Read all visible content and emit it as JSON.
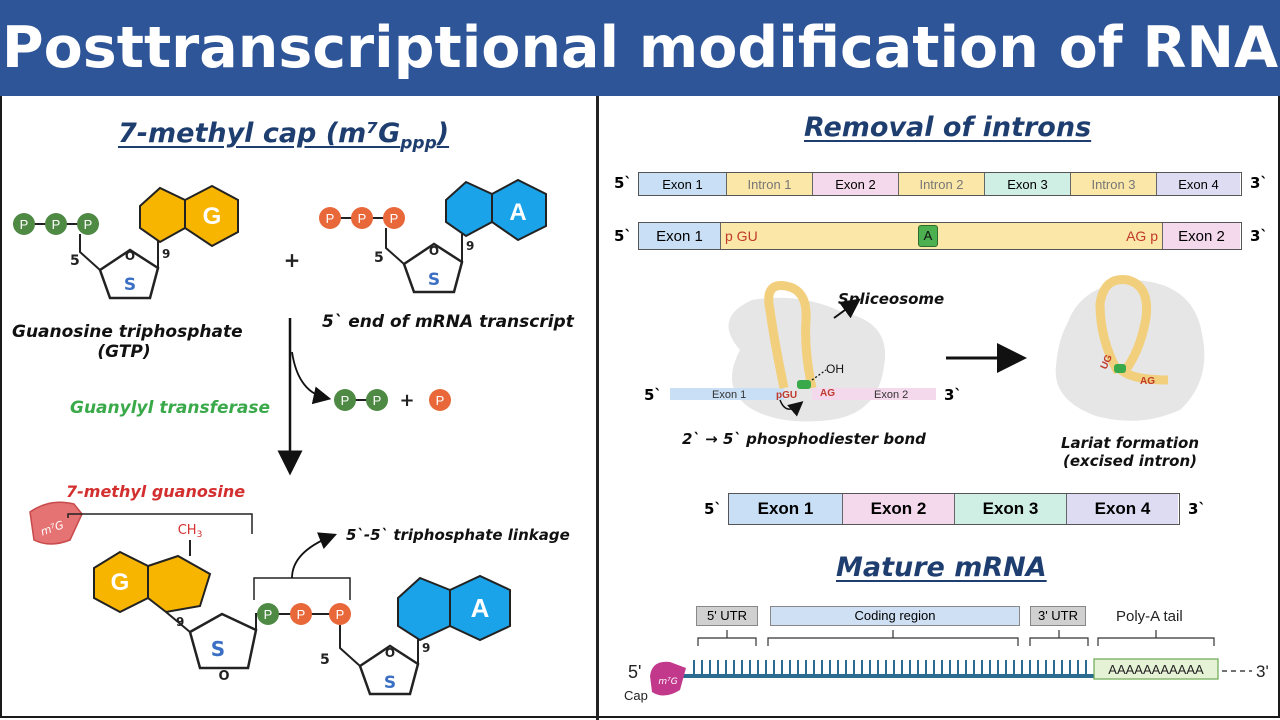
{
  "header": {
    "title": "Posttranscriptional modification of RNA"
  },
  "left": {
    "title": "7-methyl cap (m⁷G",
    "title_sub": "ppp",
    "title_close": ")",
    "gtp_label_line1": "Guanosine triphosphate",
    "gtp_label_line2": "(GTP)",
    "mrna_label": "5` end of mRNA transcript",
    "enzyme": "Guanylyl transferase",
    "methyl_label": "7-methyl guanosine",
    "ch3": "CH",
    "ch3_sub": "3",
    "linkage": "5`-5` triphosphate linkage",
    "plus": "+",
    "plus2": "+",
    "p": "P",
    "base_g": "G",
    "base_a": "A",
    "sugar_s": "S",
    "ring_o": "O",
    "num5": "5",
    "num9": "9",
    "m7g": "m⁷G"
  },
  "right": {
    "title": "Removal of introns",
    "five": "5`",
    "three": "3`",
    "bar1": [
      "Exon 1",
      "Intron 1",
      "Exon 2",
      "Intron 2",
      "Exon 3",
      "Intron 3",
      "Exon 4"
    ],
    "bar2": {
      "exon1": "Exon 1",
      "gu": "p GU",
      "a": "A",
      "ag": "AG p",
      "exon2": "Exon 2"
    },
    "spliceosome": "Spliceosome",
    "oh": "OH",
    "p_gu": "pGU",
    "ag": "AG",
    "ug": "UG",
    "exon1_small": "Exon 1",
    "exon2_small": "Exon 2",
    "bond": "2` → 5` phosphodiester bond",
    "lariat_line1": "Lariat formation",
    "lariat_line2": "(excised intron)",
    "bar3": [
      "Exon 1",
      "Exon 2",
      "Exon 3",
      "Exon 4"
    ],
    "mature_title": "Mature mRNA",
    "utr5": "5' UTR",
    "coding": "Coding region",
    "utr3": "3' UTR",
    "polya_label": "Poly-A tail",
    "polya_seq": "AAAAAAAAAAA",
    "mature_five": "5'",
    "mature_three": "3'",
    "cap": "Cap",
    "cap_m7g": "m⁷G"
  },
  "colors": {
    "header_bg": "#2e5597",
    "phosphate_green": "#4e8a44",
    "phosphate_orange": "#e8683a",
    "guanine": "#f7b500",
    "adenine": "#1aa3e8",
    "intron": "#fbe7a8",
    "exon_blue": "#c9dff5",
    "exon_pink": "#f4d8ec",
    "exon_teal": "#cfeee4",
    "exon_lavender": "#dedcf2"
  }
}
